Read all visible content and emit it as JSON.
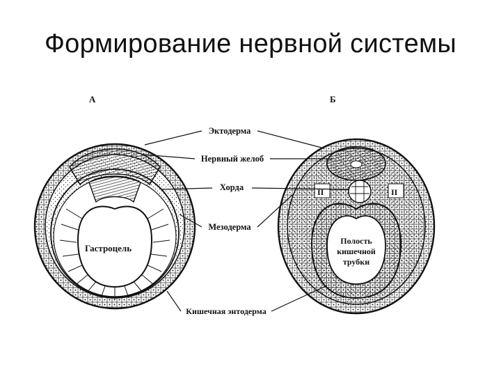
{
  "slide": {
    "title": "Формирование нервной системы"
  },
  "figure": {
    "panel_a_letter": "А",
    "panel_b_letter": "Б",
    "labels": {
      "ectoderm": "Эктодерма",
      "neural_groove": "Нервный желоб",
      "chorda": "Хорда",
      "mesoderm": "Мезодерма",
      "gastrocoel": "Гастроцель",
      "gut_endoderm": "Кишечная энтодерма",
      "cavity_line1": "Полость",
      "cavity_line2": "кишечной",
      "cavity_line3": "трубки",
      "somite_left": "II",
      "somite_right": "II"
    }
  },
  "colors": {
    "ink": "#111111",
    "background": "#ffffff"
  }
}
